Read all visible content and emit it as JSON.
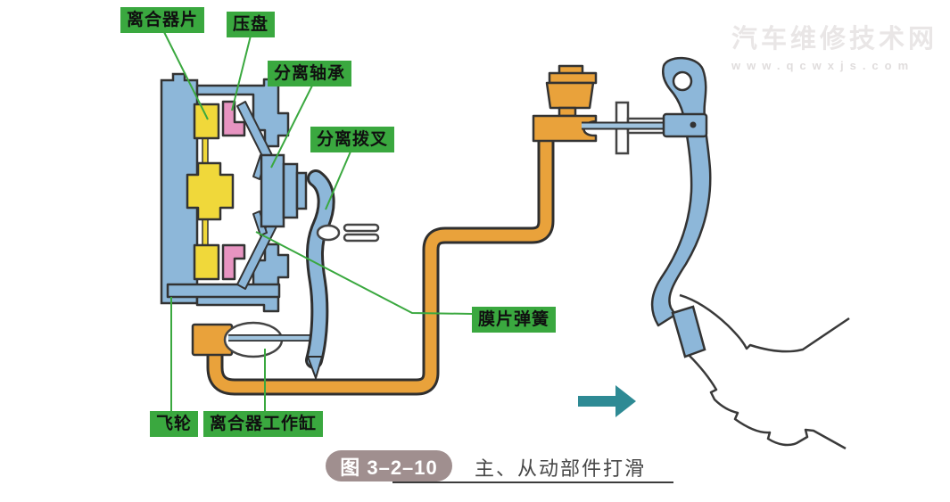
{
  "part_labels": {
    "clutch_disc": "离合器片",
    "pressure_plate": "压盘",
    "release_bearing": "分离轴承",
    "release_fork": "分离拨叉",
    "diaphragm_spring": "膜片弹簧",
    "flywheel": "飞轮",
    "clutch_working_cylinder": "离合器工作缸"
  },
  "caption": {
    "figure_number": "图 3–2–10",
    "title": "主、从动部件打滑"
  },
  "watermark": {
    "site_name": "汽车维修技术网",
    "site_url": "www.qcwxjs.com"
  },
  "icons": {
    "direction_arrow": "right-arrow"
  },
  "colors": {
    "label_background": "#3aa83f",
    "leader_line": "#3aa83f",
    "component_blue": "#8db7d9",
    "rod_blue": "#9fc3de",
    "clutch_disc_yellow": "#f0d83a",
    "pressure_plate_pink": "#e794c1",
    "hydraulic_orange": "#e9a23b",
    "arrow_teal": "#2e8a94",
    "caption_pill": "#a08f8f",
    "outline_dark": "#333333"
  }
}
